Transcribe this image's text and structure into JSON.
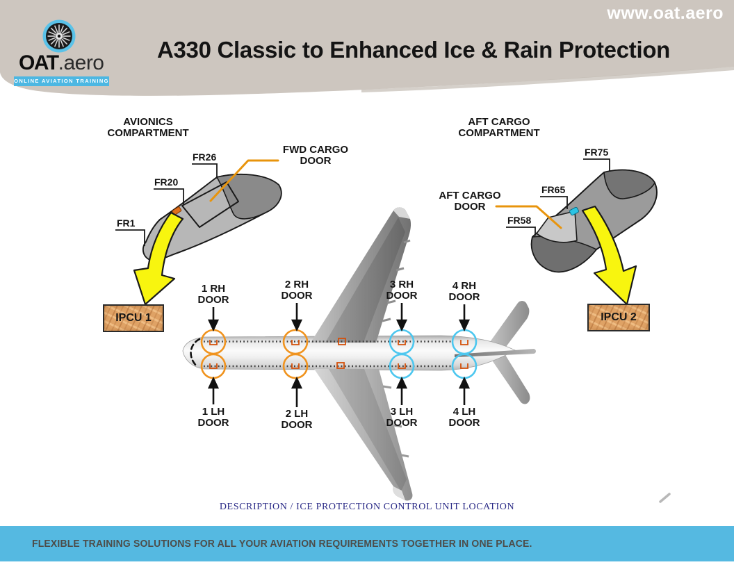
{
  "colors": {
    "header_band": "#CDC6BF",
    "footer_bar": "#55B9E1",
    "logo_blue": "#4CB7E2",
    "door_circle_orange": "#F0931E",
    "door_circle_cyan": "#4CC7EF",
    "arrow_yellow": "#F8F50F",
    "leader_orange": "#E8940C",
    "caption_navy": "#2B2B87"
  },
  "header": {
    "website": "www.oat.aero",
    "title": "A330 Classic to Enhanced Ice & Rain Protection",
    "logo": {
      "brand": "OAT",
      "brand_suffix": ".aero",
      "tagline": "ONLINE AVIATION TRAINING"
    }
  },
  "avionics": {
    "compartment": "AVIONICS\nCOMPARTMENT",
    "fr26": "FR26",
    "fr20": "FR20",
    "fr1": "FR1",
    "fwd_cargo_door": "FWD CARGO\nDOOR",
    "ipcu": "IPCU 1"
  },
  "aft": {
    "compartment": "AFT CARGO\nCOMPARTMENT",
    "fr75": "FR75",
    "fr65": "FR65",
    "fr58": "FR58",
    "aft_cargo_door": "AFT CARGO\nDOOR",
    "ipcu": "IPCU 2"
  },
  "doors": {
    "top": [
      "1 RH\nDOOR",
      "2 RH\nDOOR",
      "3 RH\nDOOR",
      "4 RH\nDOOR"
    ],
    "bottom": [
      "1 LH\nDOOR",
      "2 LH\nDOOR",
      "3 LH\nDOOR",
      "4 LH\nDOOR"
    ]
  },
  "caption": "DESCRIPTION / ICE PROTECTION CONTROL UNIT LOCATION",
  "footer": {
    "tagline": "FLEXIBLE TRAINING SOLUTIONS FOR ALL YOUR AVIATION REQUIREMENTS TOGETHER IN ONE PLACE."
  }
}
